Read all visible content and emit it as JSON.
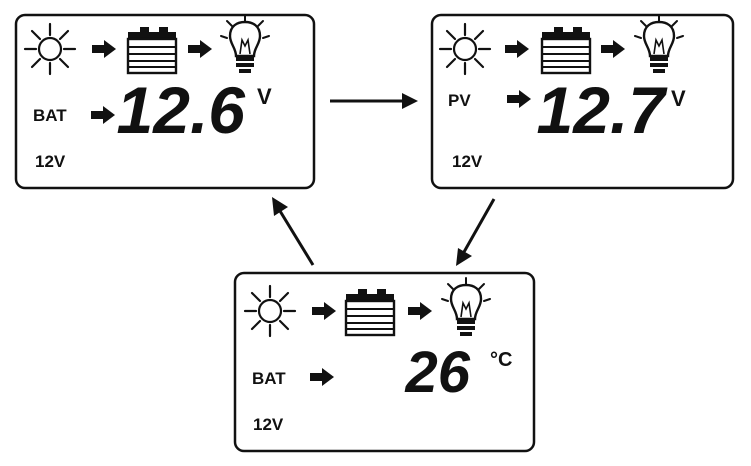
{
  "panels": [
    {
      "label": "BAT",
      "reading": "12.6",
      "unit": "V",
      "system_voltage": "12V",
      "icons": [
        "sun-icon",
        "battery-icon",
        "bulb-icon"
      ]
    },
    {
      "label": "PV",
      "reading": "12.7",
      "unit": "V",
      "system_voltage": "12V",
      "icons": [
        "sun-icon",
        "battery-icon",
        "bulb-icon"
      ]
    },
    {
      "label": "BAT",
      "reading": "26",
      "unit": "°C",
      "system_voltage": "12V",
      "icons": [
        "sun-icon",
        "battery-icon",
        "bulb-icon"
      ]
    }
  ],
  "colors": {
    "line": "#111111",
    "background": "#ffffff"
  }
}
